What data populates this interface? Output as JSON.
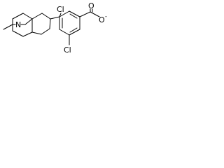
{
  "molecule": {
    "atoms": {
      "nitrogen": "N",
      "chlorine_top": "Cl",
      "chlorine_bottom": "Cl",
      "oxygen_carbonyl": "O",
      "oxygen_anion": "O",
      "anion_charge": "-"
    }
  }
}
